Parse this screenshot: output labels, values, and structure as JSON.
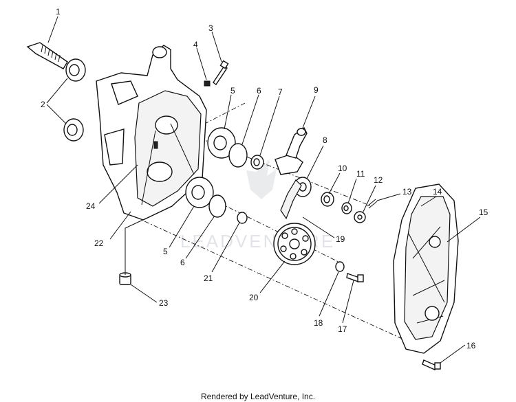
{
  "diagram": {
    "callouts": [
      "1",
      "2",
      "3",
      "4",
      "5",
      "6",
      "7",
      "9",
      "8",
      "10",
      "11",
      "12",
      "13",
      "14",
      "15",
      "24",
      "22",
      "5",
      "6",
      "19",
      "21",
      "20",
      "18",
      "17",
      "23",
      "16"
    ],
    "watermark": "LEADVENTURE",
    "credit": "Rendered by LeadVenture, Inc."
  }
}
